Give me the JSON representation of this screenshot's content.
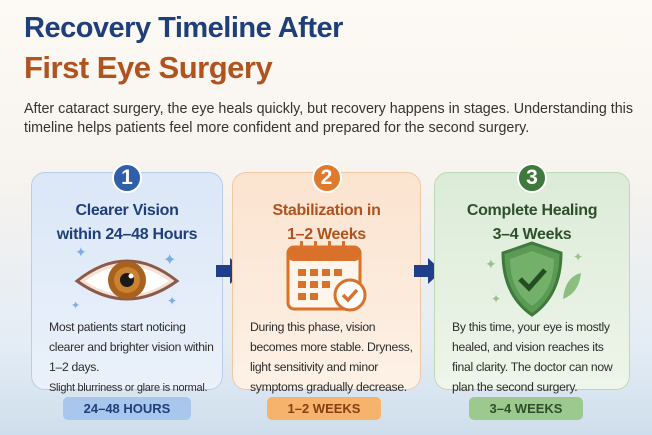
{
  "title": {
    "line1": "Recovery Timeline After",
    "line2": "First Eye Surgery"
  },
  "intro": "After cataract surgery, the eye heals quickly, but recovery happens in stages. Understanding this timeline helps patients feel more confident and prepared for the second surgery.",
  "stages": [
    {
      "number": "1",
      "title1": "Clearer Vision",
      "title2": "within 24–48 Hours",
      "icon": "eye-icon",
      "body": "Most patients start noticing clearer and brighter vision within 1–2 days.",
      "note": "Slight blurriness or glare is normal.",
      "badge": "24–48 HOURS",
      "color": "#2f5fa8"
    },
    {
      "number": "2",
      "title1": "Stabilization in",
      "title2": "1–2 Weeks",
      "icon": "calendar-check-icon",
      "body": "During this phase, vision becomes more stable. Dryness, light sensitivity and minor symptoms gradually decrease.",
      "badge": "1–2 WEEKS",
      "color": "#de7a2e"
    },
    {
      "number": "3",
      "title1": "Complete Healing",
      "title2": "3–4 Weeks",
      "icon": "shield-check-icon",
      "body": "By this time, your eye is mostly healed, and vision reaches its final clarity. The doctor can now plan the second surgery.",
      "badge": "3–4 WEEKS",
      "color": "#3f7a3c"
    }
  ]
}
